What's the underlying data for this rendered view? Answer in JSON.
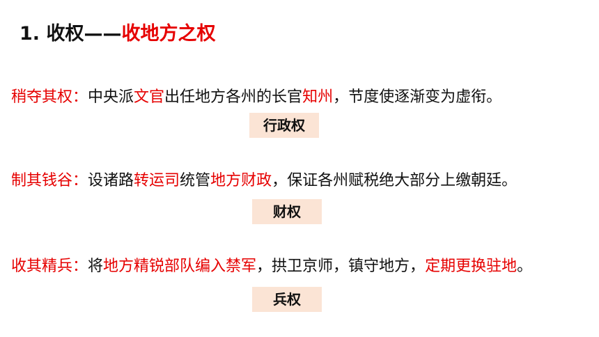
{
  "title": {
    "number": "1. 收权——",
    "highlight": "收地方之权"
  },
  "rows": [
    {
      "lead": "稍夺其权：",
      "parts": [
        "中央派",
        "文官",
        "出任地方各州的长官",
        "知州",
        "，节度使逐渐变为虚衔。"
      ],
      "tag": "行政权"
    },
    {
      "lead": "制其钱谷：",
      "parts": [
        "设诸路",
        "转运司",
        "统管",
        "地方财政",
        "，保证各州赋税绝大部分上缴朝廷。"
      ],
      "tag": "财权"
    },
    {
      "lead": "收其精兵：",
      "parts": [
        "将",
        "地方精锐部队编入禁军",
        "，拱卫京师，镇守地方，",
        "定期更换驻地",
        "。"
      ],
      "tag": "兵权"
    }
  ],
  "colors": {
    "accent": "#e60000",
    "text": "#111111",
    "tag_bg": "#fbe4d5"
  }
}
